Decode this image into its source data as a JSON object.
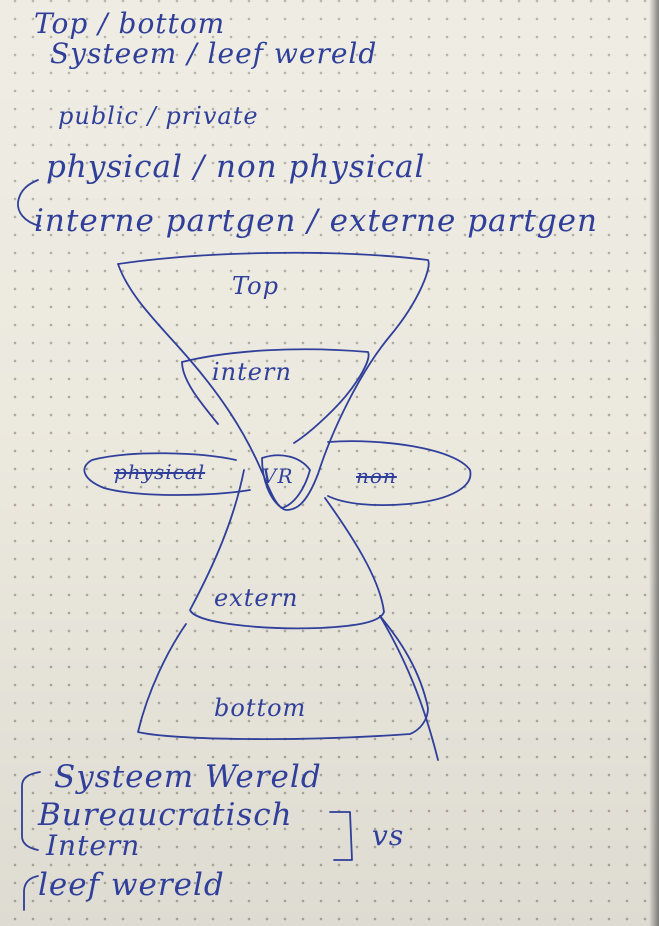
{
  "notes": {
    "line1": "Top / bottom",
    "line2": "Systeem / leef wereld",
    "line3": "public / private",
    "line4": "physical / non physical",
    "line5": "interne partgen / externe partgen"
  },
  "diagram": {
    "top": "Top",
    "intern": "intern",
    "physical": "physical",
    "vr": "VR",
    "non": "non",
    "extern": "extern",
    "bottom": "bottom"
  },
  "bottom_notes": {
    "group1": [
      "Systeem Wereld",
      "Bureaucratisch",
      "Intern"
    ],
    "vs": "vs",
    "group2": "leef wereld"
  },
  "colors": {
    "ink": "#2f3f9a",
    "paper": "#ece9df"
  }
}
